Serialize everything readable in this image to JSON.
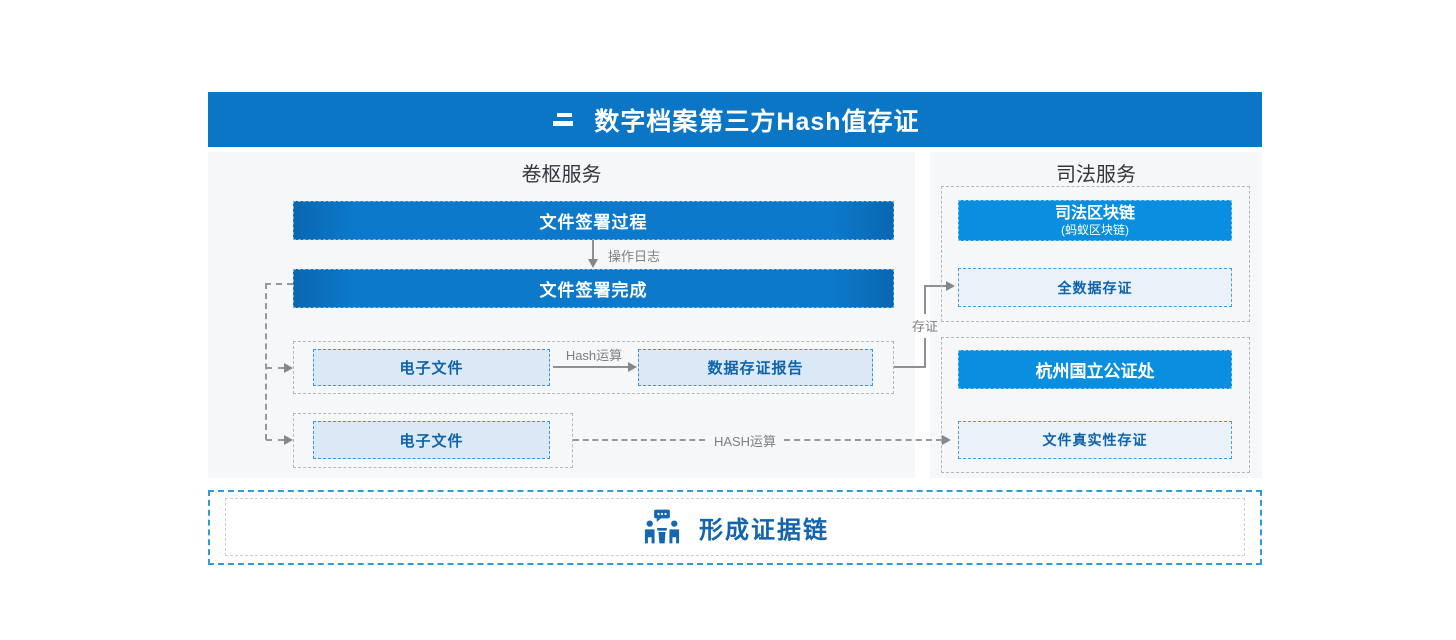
{
  "header": {
    "title": "数字档案第三方Hash值存证"
  },
  "left_panel": {
    "title": "卷枢服务",
    "bar_sign_process": "文件签署过程",
    "arrow_label_oplog": "操作日志",
    "bar_sign_done": "文件签署完成",
    "box_efile1": "电子文件",
    "arrow_label_hash1": "Hash运算",
    "box_report": "数据存证报告",
    "box_efile2": "电子文件",
    "arrow_label_hash2": "HASH运算"
  },
  "connector": {
    "label_cunzheng": "存证"
  },
  "right_panel": {
    "title": "司法服务",
    "box_chain_title": "司法区块链",
    "box_chain_sub": "(蚂蚁区块链)",
    "box_full_data": "全数据存证",
    "box_notary": "杭州国立公证处",
    "box_authenticity": "文件真实性存证"
  },
  "footer": {
    "title": "形成证据链",
    "icon": "negotiation-people-icon"
  },
  "colors": {
    "primary_blue": "#0b76c5",
    "bright_blue": "#0a8fe0",
    "light_box_fill": "#dbe9f6",
    "light_box_border": "#3c95d5",
    "accent_text_blue": "#0f63ab",
    "footer_text_blue": "#1264ae",
    "panel_bg": "#f6f7f8",
    "line_gray": "#8d9195"
  }
}
